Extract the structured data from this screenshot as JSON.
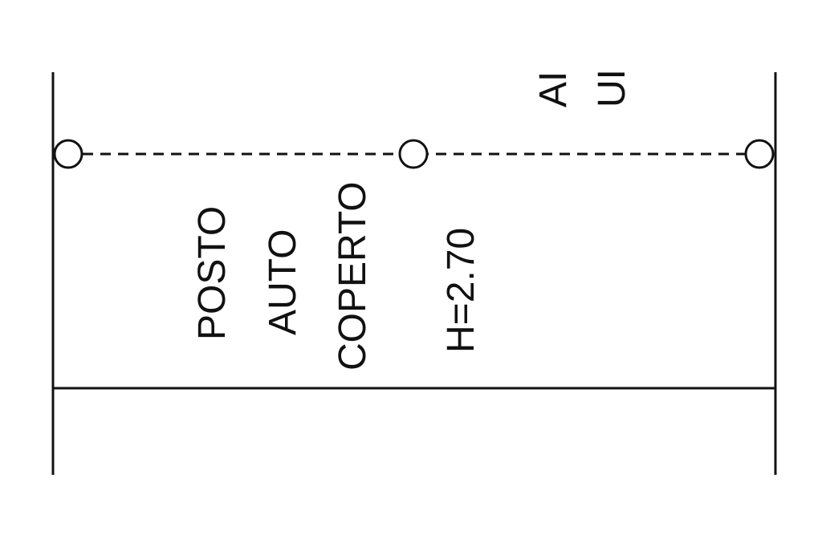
{
  "drawing": {
    "room_label_lines": [
      "POSTO",
      "AUTO",
      "COPERTO"
    ],
    "height_label": "H=2.70",
    "cut_label_lines": [
      "AI",
      "UI"
    ]
  },
  "colors": {
    "ink": "#111111",
    "background": "#ffffff"
  }
}
